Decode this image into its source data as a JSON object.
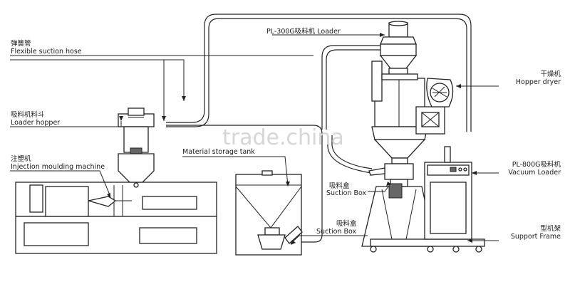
{
  "watermark": "trade.china",
  "labels": {
    "flexible_hose_cn": "弹簧管",
    "flexible_hose_en": "Flexible suction hose",
    "loader_hopper_cn": "吸料机料斗",
    "loader_hopper_en": "Loader hopper",
    "injection_cn": "注塑机",
    "injection_en": "Injection moulding machine",
    "pl300g": "PL-300G吸料机 Loader",
    "hopper_dryer_cn": "干燥机",
    "hopper_dryer_en": "Hopper dryer",
    "storage_tank": "Material storage tank",
    "suction_box1_cn": "吸料盒",
    "suction_box1_en": "Suction Box",
    "suction_box2_cn": "吸料盒",
    "suction_box2_en": "Suction Box",
    "pl800g_cn": "PL-800G吸料机",
    "pl800g_en": "Vacuum Loader",
    "support_frame_cn": "型机架",
    "support_frame_en": "Support Frame"
  }
}
